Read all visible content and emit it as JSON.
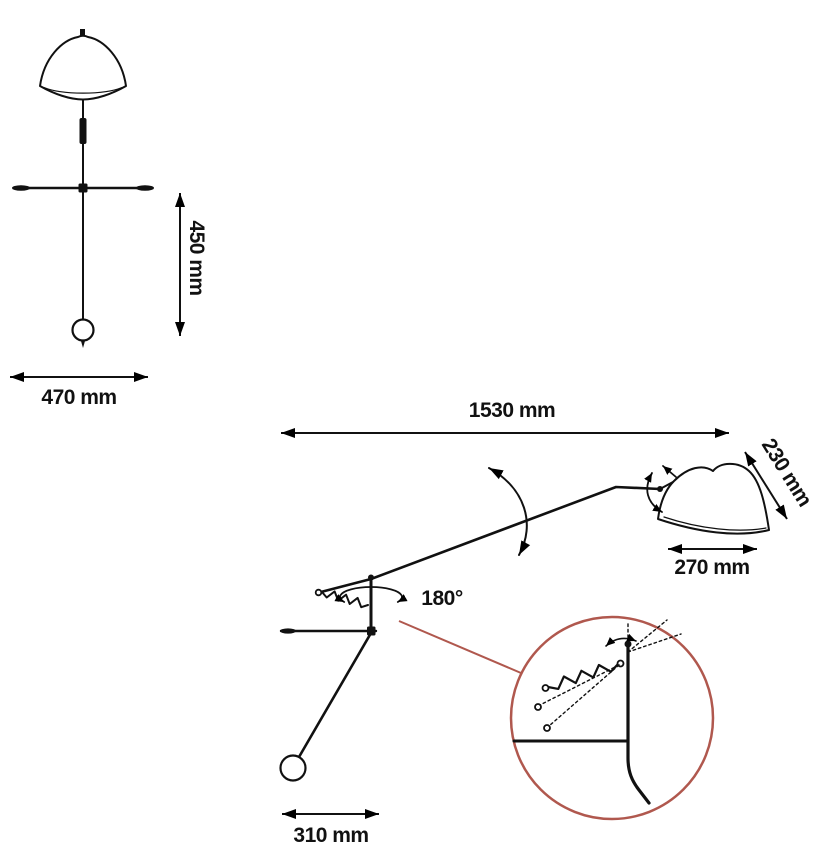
{
  "colors": {
    "line": "#111111",
    "accent": "#b0584e",
    "background": "#ffffff"
  },
  "front_view": {
    "height_label": "450 mm",
    "width_label": "470 mm"
  },
  "side_view": {
    "span_label": "1530 mm",
    "shade_height_label": "230 mm",
    "shade_width_label": "270 mm",
    "rotation_label": "180°",
    "counterweight_label": "310 mm"
  }
}
